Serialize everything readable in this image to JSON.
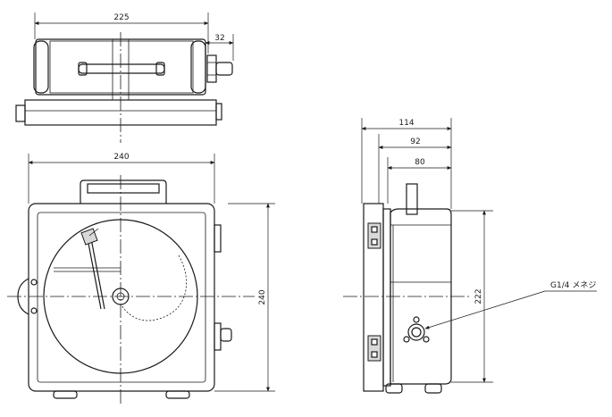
{
  "dimensions": {
    "top_width": "225",
    "top_depth": "32",
    "front_width": "240",
    "front_height": "240",
    "side_depth_total": "114",
    "side_depth_mid": "92",
    "side_depth_body": "80",
    "side_height": "222"
  },
  "annotation": {
    "port": "G1/4 メネジ"
  }
}
